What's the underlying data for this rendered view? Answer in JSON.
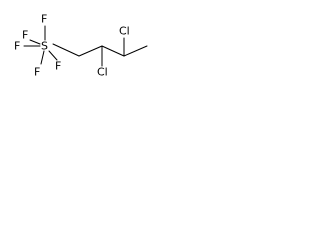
{
  "molecule": {
    "atoms": {
      "s": "S",
      "f_top": "F",
      "f_upper_left": "F",
      "f_left": "F",
      "f_bottom": "F",
      "f_lower_right": "F",
      "cl_lower": "Cl",
      "cl_upper": "Cl"
    }
  }
}
